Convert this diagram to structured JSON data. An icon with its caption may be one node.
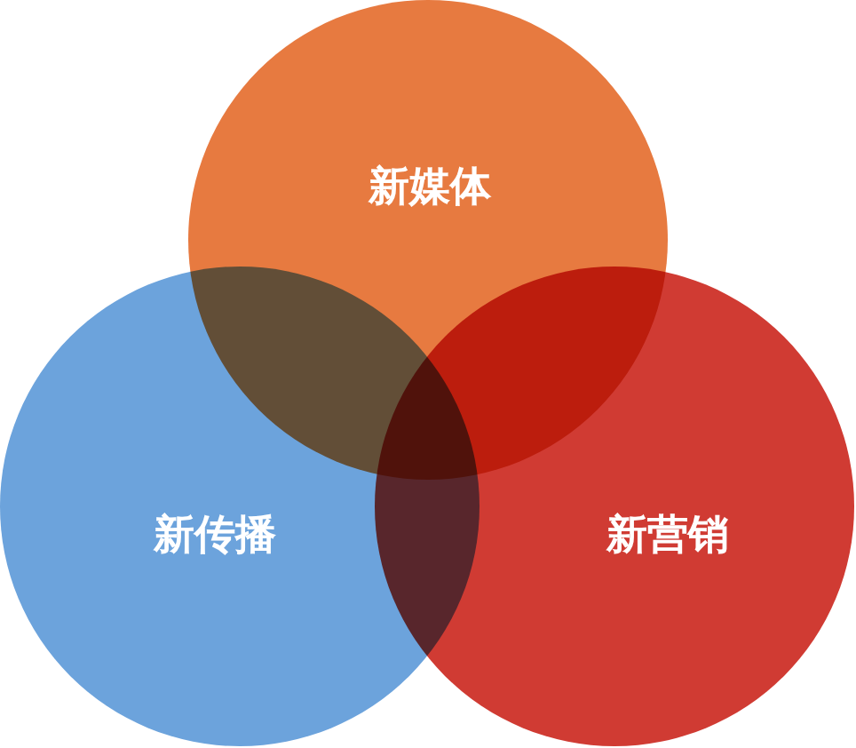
{
  "diagram": {
    "nodes": [
      {
        "text": [
          "新媒体"
        ]
      },
      {
        "text": [
          "新传播"
        ]
      },
      {
        "text": [
          "新营销"
        ]
      }
    ]
  }
}
